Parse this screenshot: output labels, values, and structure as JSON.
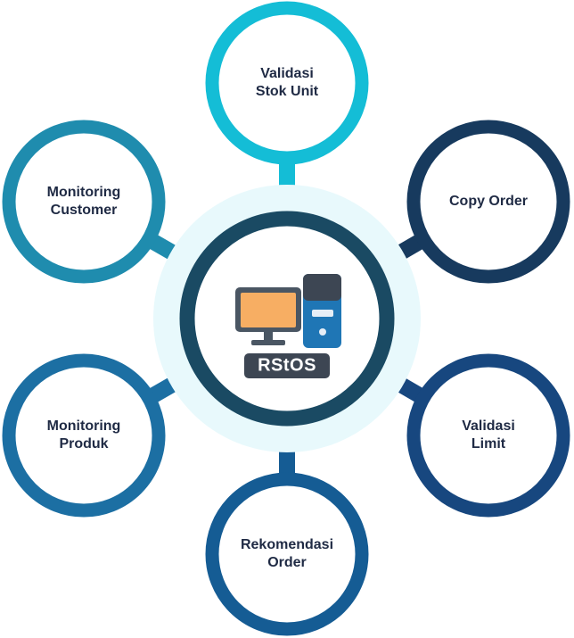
{
  "hub": {
    "brand_label": "RStOS",
    "icon": "desktop-computer-icon"
  },
  "nodes": [
    {
      "label": "Validasi\nStok Unit",
      "color": "#14BDD6"
    },
    {
      "label": "Copy Order",
      "color": "#173A5E"
    },
    {
      "label": "Validasi\nLimit",
      "color": "#17477F"
    },
    {
      "label": "Rekomendasi\nOrder",
      "color": "#155C94"
    },
    {
      "label": "Monitoring\nProduk",
      "color": "#1C6FA3"
    },
    {
      "label": "Monitoring\nCustomer",
      "color": "#1F8CAE"
    }
  ],
  "colors": {
    "hub_ring": "#1A4A63",
    "halo": "#E8F9FC",
    "monitor_screen": "#F7AE63",
    "monitor_frame": "#4A5663",
    "tower": "#1F76B5",
    "badge": "#3D4653",
    "text": "#1F2A44"
  }
}
